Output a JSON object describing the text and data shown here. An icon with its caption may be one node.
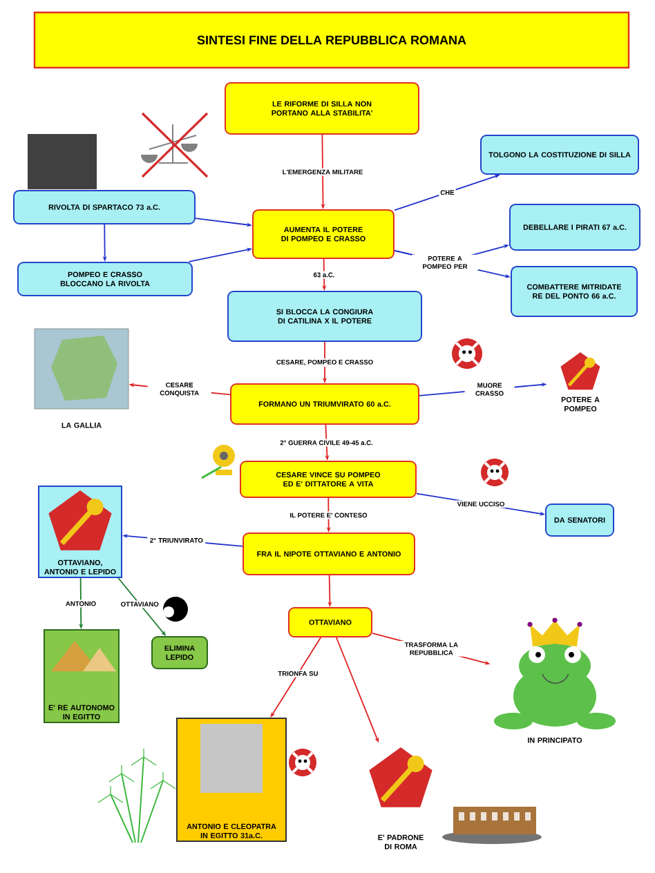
{
  "diagram": {
    "title": "SINTESI FINE DELLA REPUBBLICA ROMANA",
    "nodes": [
      {
        "text": [
          "LE RIFORME DI SILLA NON PORTANO ALLA STABILITA'"
        ]
      },
      {
        "text": [
          "RIVOLTA DI SPARTACO 73 a.C."
        ]
      },
      {
        "text": [
          "AUMENTA IL POTERE DI POMPEO E CRASSO"
        ]
      },
      {
        "text": [
          "TOLGONO LA COSTITUZIONE DI SILLA"
        ]
      },
      {
        "text": [
          "POMPEO E CRASSO BLOCCANO LA RIVOLTA"
        ]
      },
      {
        "text": [
          "DEBELLARE I PIRATI 67 a.C."
        ]
      },
      {
        "text": [
          "COMBATTERE MITRIDATE RE DEL PONTO 66 a.C."
        ]
      },
      {
        "text": [
          "SI BLOCCA LA CONGIURA DI CATILINA X IL POTERE"
        ]
      },
      {
        "text": [
          "LA GALLIA"
        ]
      },
      {
        "text": [
          "FORMANO UN TRIUMVIRATO 60 a.C."
        ]
      },
      {
        "text": [
          "POTERE A POMPEO"
        ]
      },
      {
        "text": [
          "CESARE VINCE SU POMPEO ED E' DITTATORE A VITA"
        ]
      },
      {
        "text": [
          "DA SENATORI"
        ]
      },
      {
        "text": [
          "FRA IL NIPOTE OTTAVIANO E ANTONIO"
        ]
      },
      {
        "text": [
          "OTTAVIANO, ANTONIO E LEPIDO"
        ]
      },
      {
        "text": [
          "E' RE AUTONOMO IN EGITTO"
        ]
      },
      {
        "text": [
          "ELIMINA LEPIDO"
        ]
      },
      {
        "text": [
          "OTTAVIANO"
        ]
      },
      {
        "text": [
          "ANTONIO E CLEOPATRA IN EGITTO 31a.C."
        ]
      },
      {
        "text": [
          "E' PADRONE DI ROMA"
        ]
      },
      {
        "text": [
          "IN PRINCIPATO"
        ]
      }
    ],
    "edges": [
      {
        "from": 0,
        "to": 2,
        "arrow": "to",
        "label": "L'EMERGENZA MILITARE"
      },
      {
        "from": 1,
        "to": 2,
        "arrow": "to",
        "color": "#2233cc"
      },
      {
        "from": 1,
        "to": 4,
        "arrow": "to",
        "color": "#2233cc"
      },
      {
        "from": 4,
        "to": 2,
        "arrow": "to",
        "color": "#2233cc"
      },
      {
        "from": 2,
        "to": 3,
        "arrow": "to",
        "label": "CHE",
        "color": "#2233cc"
      },
      {
        "from": 2,
        "to": 5,
        "arrow": "to",
        "label": "POTERE A POMPEO PER",
        "color": "#2233cc"
      },
      {
        "from": 2,
        "to": 6,
        "arrow": "to",
        "color": "#2233cc"
      },
      {
        "from": 2,
        "to": 7,
        "arrow": "to",
        "label": "63 a.C."
      },
      {
        "from": 7,
        "to": 9,
        "arrow": "to",
        "label": "CESARE, POMPEO E CRASSO"
      },
      {
        "from": 9,
        "to": 8,
        "arrow": "to",
        "label": "CESARE CONQUISTA"
      },
      {
        "from": 9,
        "to": 10,
        "arrow": "to",
        "label": "MUORE CRASSO",
        "color": "#2233cc"
      },
      {
        "from": 9,
        "to": 11,
        "arrow": "to",
        "label": "2° GUERRA CIVILE 49-45 a.C."
      },
      {
        "from": 11,
        "to": 12,
        "arrow": "to",
        "label": "VIENE UCCISO",
        "color": "#2233cc"
      },
      {
        "from": 11,
        "to": 13,
        "arrow": "to",
        "label": "IL POTERE E' CONTESO"
      },
      {
        "from": 13,
        "to": 14,
        "arrow": "to",
        "label": "2° TRIUNVIRATO",
        "color": "#2233cc"
      },
      {
        "from": 14,
        "to": 15,
        "arrow": "to",
        "label": "ANTONIO",
        "color": "#1a7a2a"
      },
      {
        "from": 14,
        "to": 16,
        "arrow": "to",
        "label": "OTTAVIANO",
        "color": "#1a7a2a"
      },
      {
        "from": 13,
        "to": 17,
        "arrow": "to"
      },
      {
        "from": 17,
        "to": 18,
        "arrow": "to",
        "label": "TRIONFA SU"
      },
      {
        "from": 17,
        "to": 19,
        "arrow": "to"
      },
      {
        "from": 17,
        "to": 20,
        "arrow": "to",
        "label": "TRASFORMA LA REPUBBLICA"
      }
    ]
  }
}
